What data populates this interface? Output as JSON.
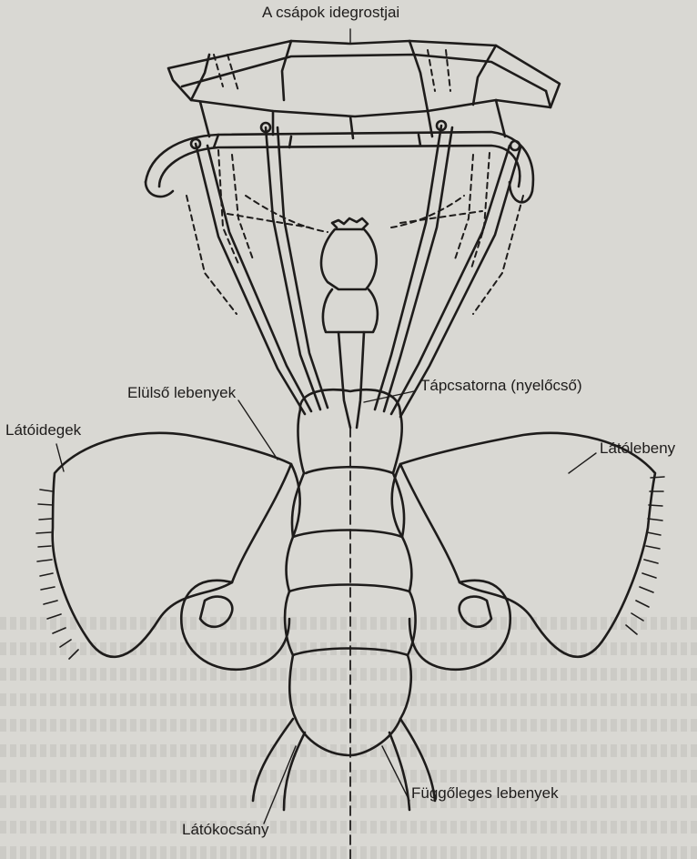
{
  "labels": {
    "tentacle_nerves": "A csápok idegrostjai",
    "anterior_lobes": "Elülső lebenyek",
    "esophagus": "Tápcsatorna (nyelőcső)",
    "optic_nerves": "Látóidegek",
    "optic_lobe": "Látólebeny",
    "optic_stalk": "Látókocsány",
    "vertical_lobes": "Függőleges lebenyek"
  },
  "colors": {
    "paper": "#d9d8d3",
    "ink": "#1e1c1b",
    "bleed": "#5a5854"
  }
}
